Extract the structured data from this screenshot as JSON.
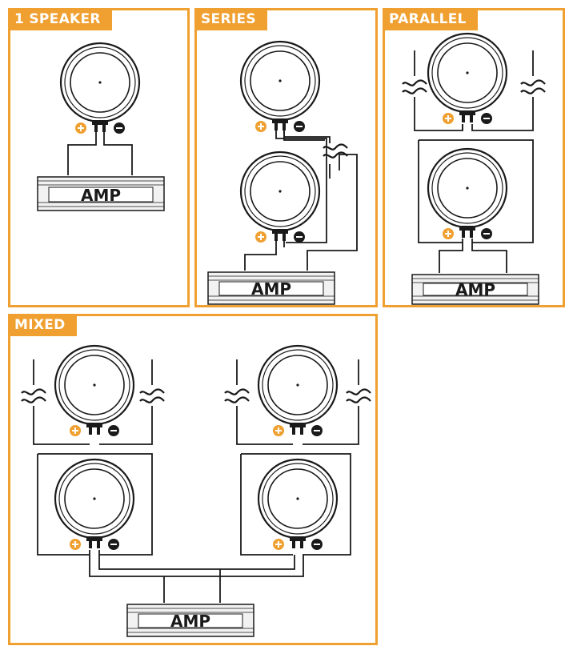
{
  "panels": {
    "one_speaker": {
      "title": "1 SPEAKER"
    },
    "series": {
      "title": "SERIES"
    },
    "parallel": {
      "title": "PARALLEL"
    },
    "mixed": {
      "title": "MIXED"
    }
  },
  "amp_label": "AMP",
  "terminal_symbols": {
    "positive": "+",
    "negative": "−"
  },
  "colors": {
    "accent": "#f0a030",
    "line": "#1a1a1a",
    "cone_fill": "#ffffff",
    "amp_fill": "#f2f2f2"
  },
  "icons": {
    "positive_terminal": "plus-circle-icon",
    "negative_terminal": "minus-circle-icon",
    "wire_break": "wave-break-icon"
  }
}
